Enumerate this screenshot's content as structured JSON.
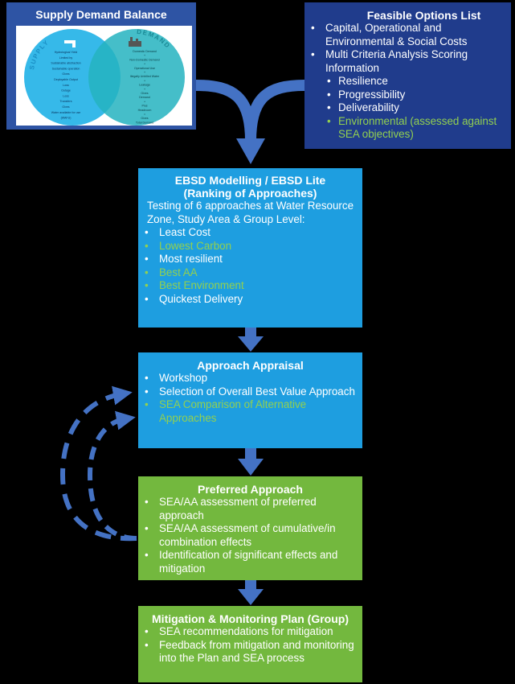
{
  "supply_demand": {
    "title": "Supply Demand Balance",
    "supply_label": "SUPPLY",
    "demand_label": "DEMAND",
    "supply_items": [
      "Hydrological Yield",
      "Limited by",
      "Sustainable abstraction",
      "Sustainable operation",
      "Gives",
      "Deployable Output",
      "Loss",
      "Outage",
      "Loss",
      "Transfers",
      "Gives",
      "Water available for use",
      "(WAFU)"
    ],
    "demand_items": [
      "Domestic Demand",
      "+",
      "Non-Domestic Demand",
      "+",
      "Operational Use",
      "+",
      "Illegally Unbilled Water",
      "+",
      "Leakage",
      "+",
      "Gives",
      "Demand",
      "+",
      "Plus",
      "Headroom",
      "=",
      "Gives",
      "Total Demand"
    ]
  },
  "options": {
    "title": "Feasible Options List",
    "items": [
      {
        "text": "Capital, Operational and Environmental & Social Costs",
        "level": 1,
        "green": false
      },
      {
        "text": "Multi Criteria Analysis Scoring Information",
        "level": 1,
        "green": false
      },
      {
        "text": "Resilience",
        "level": 2,
        "green": false
      },
      {
        "text": "Progressibility",
        "level": 2,
        "green": false
      },
      {
        "text": "Deliverability",
        "level": 2,
        "green": false
      },
      {
        "text": "Environmental (assessed against SEA objectives)",
        "level": 2,
        "green": true
      }
    ]
  },
  "ebsd": {
    "title_line1": "EBSD Modelling / EBSD Lite",
    "title_line2": "(Ranking of Approaches)",
    "description": "Testing of 6 approaches at Water Resource Zone, Study Area & Group Level:",
    "items": [
      {
        "text": "Least Cost",
        "green": false
      },
      {
        "text": "Lowest Carbon",
        "green": true
      },
      {
        "text": "Most resilient",
        "green": false
      },
      {
        "text": "Best AA",
        "green": true
      },
      {
        "text": "Best Environment",
        "green": true
      },
      {
        "text": "Quickest Delivery",
        "green": false
      }
    ]
  },
  "appraisal": {
    "title": "Approach Appraisal",
    "items": [
      {
        "text": "Workshop",
        "green": false
      },
      {
        "text": "Selection of Overall Best Value Approach",
        "green": false
      },
      {
        "text": "SEA Comparison of Alternative Approaches",
        "green": true
      }
    ]
  },
  "preferred": {
    "title": "Preferred Approach",
    "items": [
      {
        "text": "SEA/AA assessment of preferred approach",
        "green": false
      },
      {
        "text": "SEA/AA assessment of cumulative/in combination effects",
        "green": false
      },
      {
        "text": "Identification of significant effects and mitigation",
        "green": false
      }
    ]
  },
  "mitigation": {
    "title": "Mitigation & Monitoring Plan (Group)",
    "items": [
      {
        "text": "SEA recommendations for mitigation",
        "green": false
      },
      {
        "text": "Feedback from mitigation and monitoring into the Plan and SEA process",
        "green": false
      }
    ]
  },
  "colors": {
    "arrow": "#4472c4",
    "green_text": "#92d050",
    "blue_box": "#1e9ee0",
    "green_box": "#73b83e",
    "navy_box": "#203c8c",
    "supply_box": "#2e54a4"
  }
}
